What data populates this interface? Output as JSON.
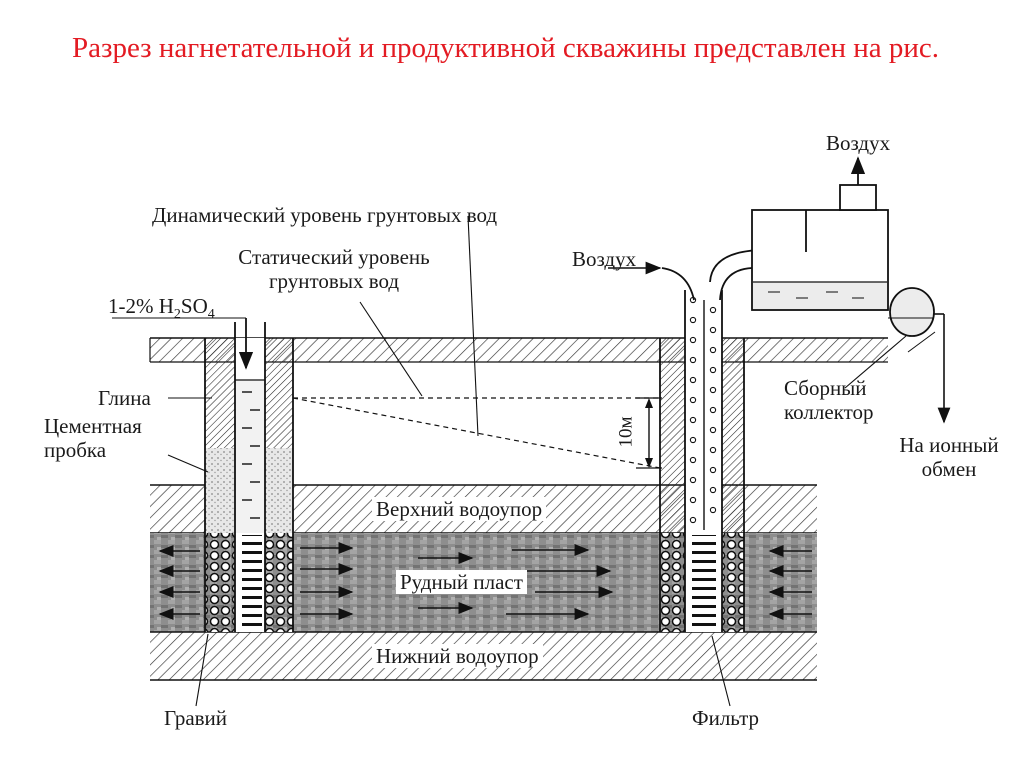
{
  "caption": "Разрез нагнетательной и продуктивной скважины представлен на рис.",
  "labels": {
    "air_top": "Воздух",
    "dynamic_level": "Динамический уровень грунтовых вод",
    "static_level_line1": "Статический уровень",
    "static_level_line2": "грунтовых вод",
    "air_left": "Воздух",
    "acid_prefix": "1-2% H",
    "acid_sub1": "2",
    "acid_mid": "SO",
    "acid_sub2": "4",
    "clay": "Глина",
    "cement_line1": "Цементная",
    "cement_line2": "пробка",
    "ten_m": "10м",
    "collector_line1": "Сборный",
    "collector_line2": "коллектор",
    "ion_line1": "На ионный",
    "ion_line2": "обмен",
    "upper_aquitard": "Верхний водоупор",
    "ore_layer": "Рудный пласт",
    "lower_aquitard": "Нижний водоупор",
    "gravel": "Гравий",
    "filter": "Фильтр"
  }
}
